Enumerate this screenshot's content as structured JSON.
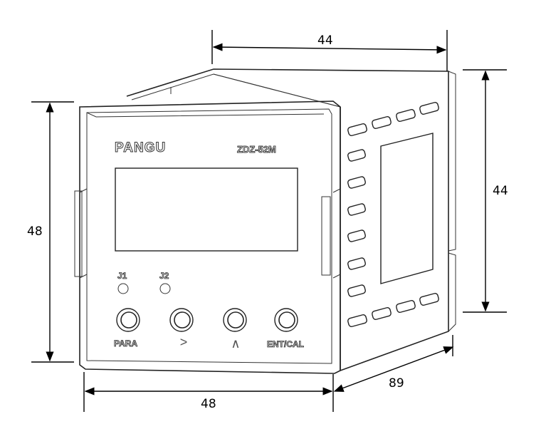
{
  "device": {
    "brand": "PANGU",
    "model": "ZDZ-52M",
    "indicators": [
      "J1",
      "J2"
    ],
    "buttons": [
      "PARA",
      ">",
      "^",
      "ENT/CAL"
    ]
  },
  "dimensions": {
    "top_width": "44",
    "side_height": "44",
    "front_height": "48",
    "front_width": "48",
    "depth": "89"
  }
}
